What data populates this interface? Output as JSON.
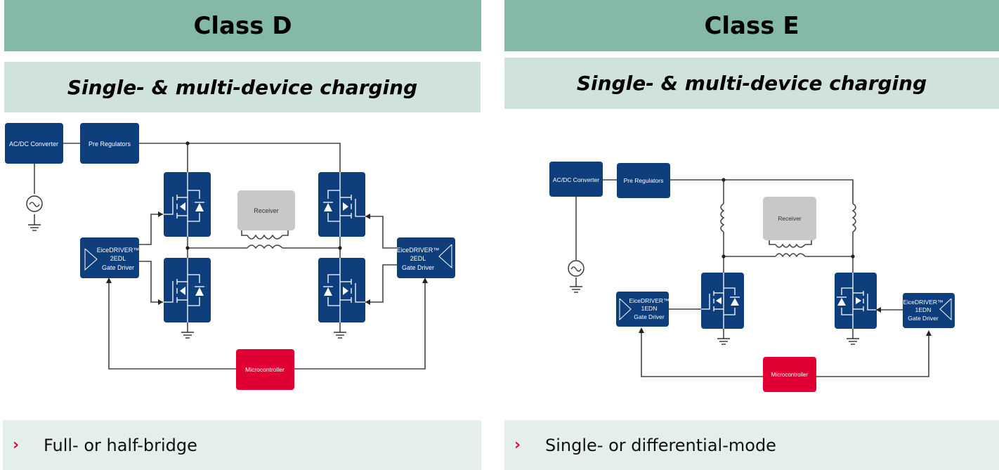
{
  "panels": [
    {
      "title": "Class D",
      "subtitle": "Single- & multi-device charging",
      "bullet_icon": "chevron-right-icon",
      "bullet": "Full- or half-bridge",
      "diagram": {
        "acdc": "AC/DC Converter",
        "preregs": "Pre Regulators",
        "receiver": "Receiver",
        "driver_left": [
          "EiceDRIVER™",
          "2EDL",
          "Gate Driver"
        ],
        "driver_right": [
          "EiceDRIVER™",
          "2EDL",
          "Gate Driver"
        ],
        "mcu": "Microcontroller"
      }
    },
    {
      "title": "Class E",
      "subtitle": "Single- & multi-device charging",
      "bullet_icon": "chevron-right-icon",
      "bullet": "Single- or differential-mode",
      "diagram": {
        "acdc": "AC/DC Converter",
        "preregs": "Pre Regulators",
        "receiver": "Receiver",
        "driver_left": [
          "EiceDRIVER™",
          "1EDN",
          "Gate Driver"
        ],
        "driver_right": [
          "EiceDRIVER™",
          "1EDN",
          "Gate Driver"
        ],
        "mcu": "Microcontroller"
      }
    }
  ],
  "colors": {
    "header": "#84b8a8",
    "subheader": "#cfe3dc",
    "bullet_bg": "#e4eeeb",
    "block_blue": "#0e3f7c",
    "mcu_red": "#e00034",
    "receiver_gray": "#c8c8c8",
    "bullet_chevron": "#d0103a"
  }
}
